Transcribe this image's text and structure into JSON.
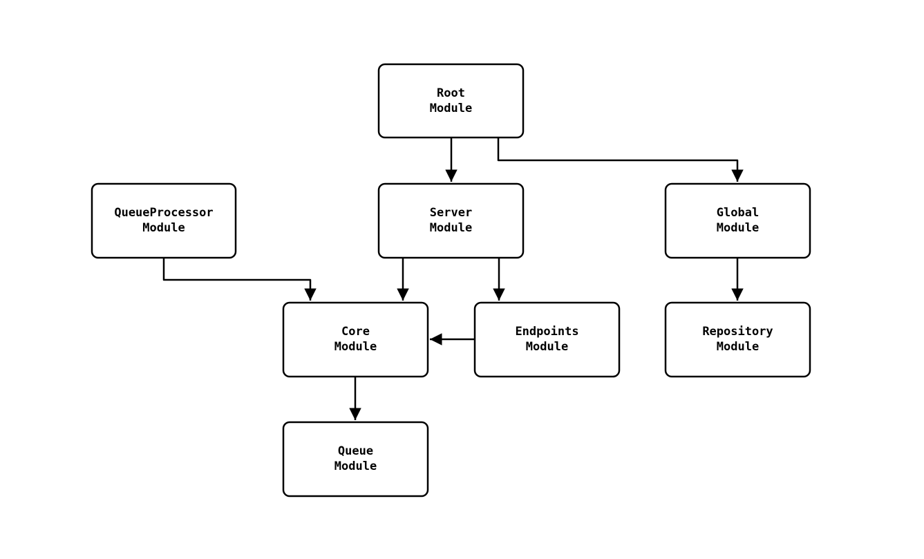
{
  "diagram": {
    "type": "flowchart",
    "direction": "top-down",
    "background_color": "#ffffff",
    "node_fill_color": "#ffffff",
    "node_stroke_color": "#000000",
    "edge_color": "#000000",
    "nodes": {
      "root": {
        "label": "Root Module",
        "line1": "Root",
        "line2": "Module"
      },
      "queueprocessor": {
        "label": "QueueProcessor Module",
        "line1": "QueueProcessor",
        "line2": "Module"
      },
      "server": {
        "label": "Server Module",
        "line1": "Server",
        "line2": "Module"
      },
      "global": {
        "label": "Global Module",
        "line1": "Global",
        "line2": "Module"
      },
      "core": {
        "label": "Core Module",
        "line1": "Core",
        "line2": "Module"
      },
      "endpoints": {
        "label": "Endpoints Module",
        "line1": "Endpoints",
        "line2": "Module"
      },
      "repository": {
        "label": "Repository Module",
        "line1": "Repository",
        "line2": "Module"
      },
      "queue": {
        "label": "Queue Module",
        "line1": "Queue",
        "line2": "Module"
      }
    },
    "edges": [
      {
        "from": "Root Module",
        "to": "Server Module"
      },
      {
        "from": "Root Module",
        "to": "Global Module"
      },
      {
        "from": "QueueProcessor Module",
        "to": "Core Module"
      },
      {
        "from": "Server Module",
        "to": "Core Module"
      },
      {
        "from": "Server Module",
        "to": "Endpoints Module"
      },
      {
        "from": "Endpoints Module",
        "to": "Core Module"
      },
      {
        "from": "Global Module",
        "to": "Repository Module"
      },
      {
        "from": "Core Module",
        "to": "Queue Module"
      }
    ]
  }
}
